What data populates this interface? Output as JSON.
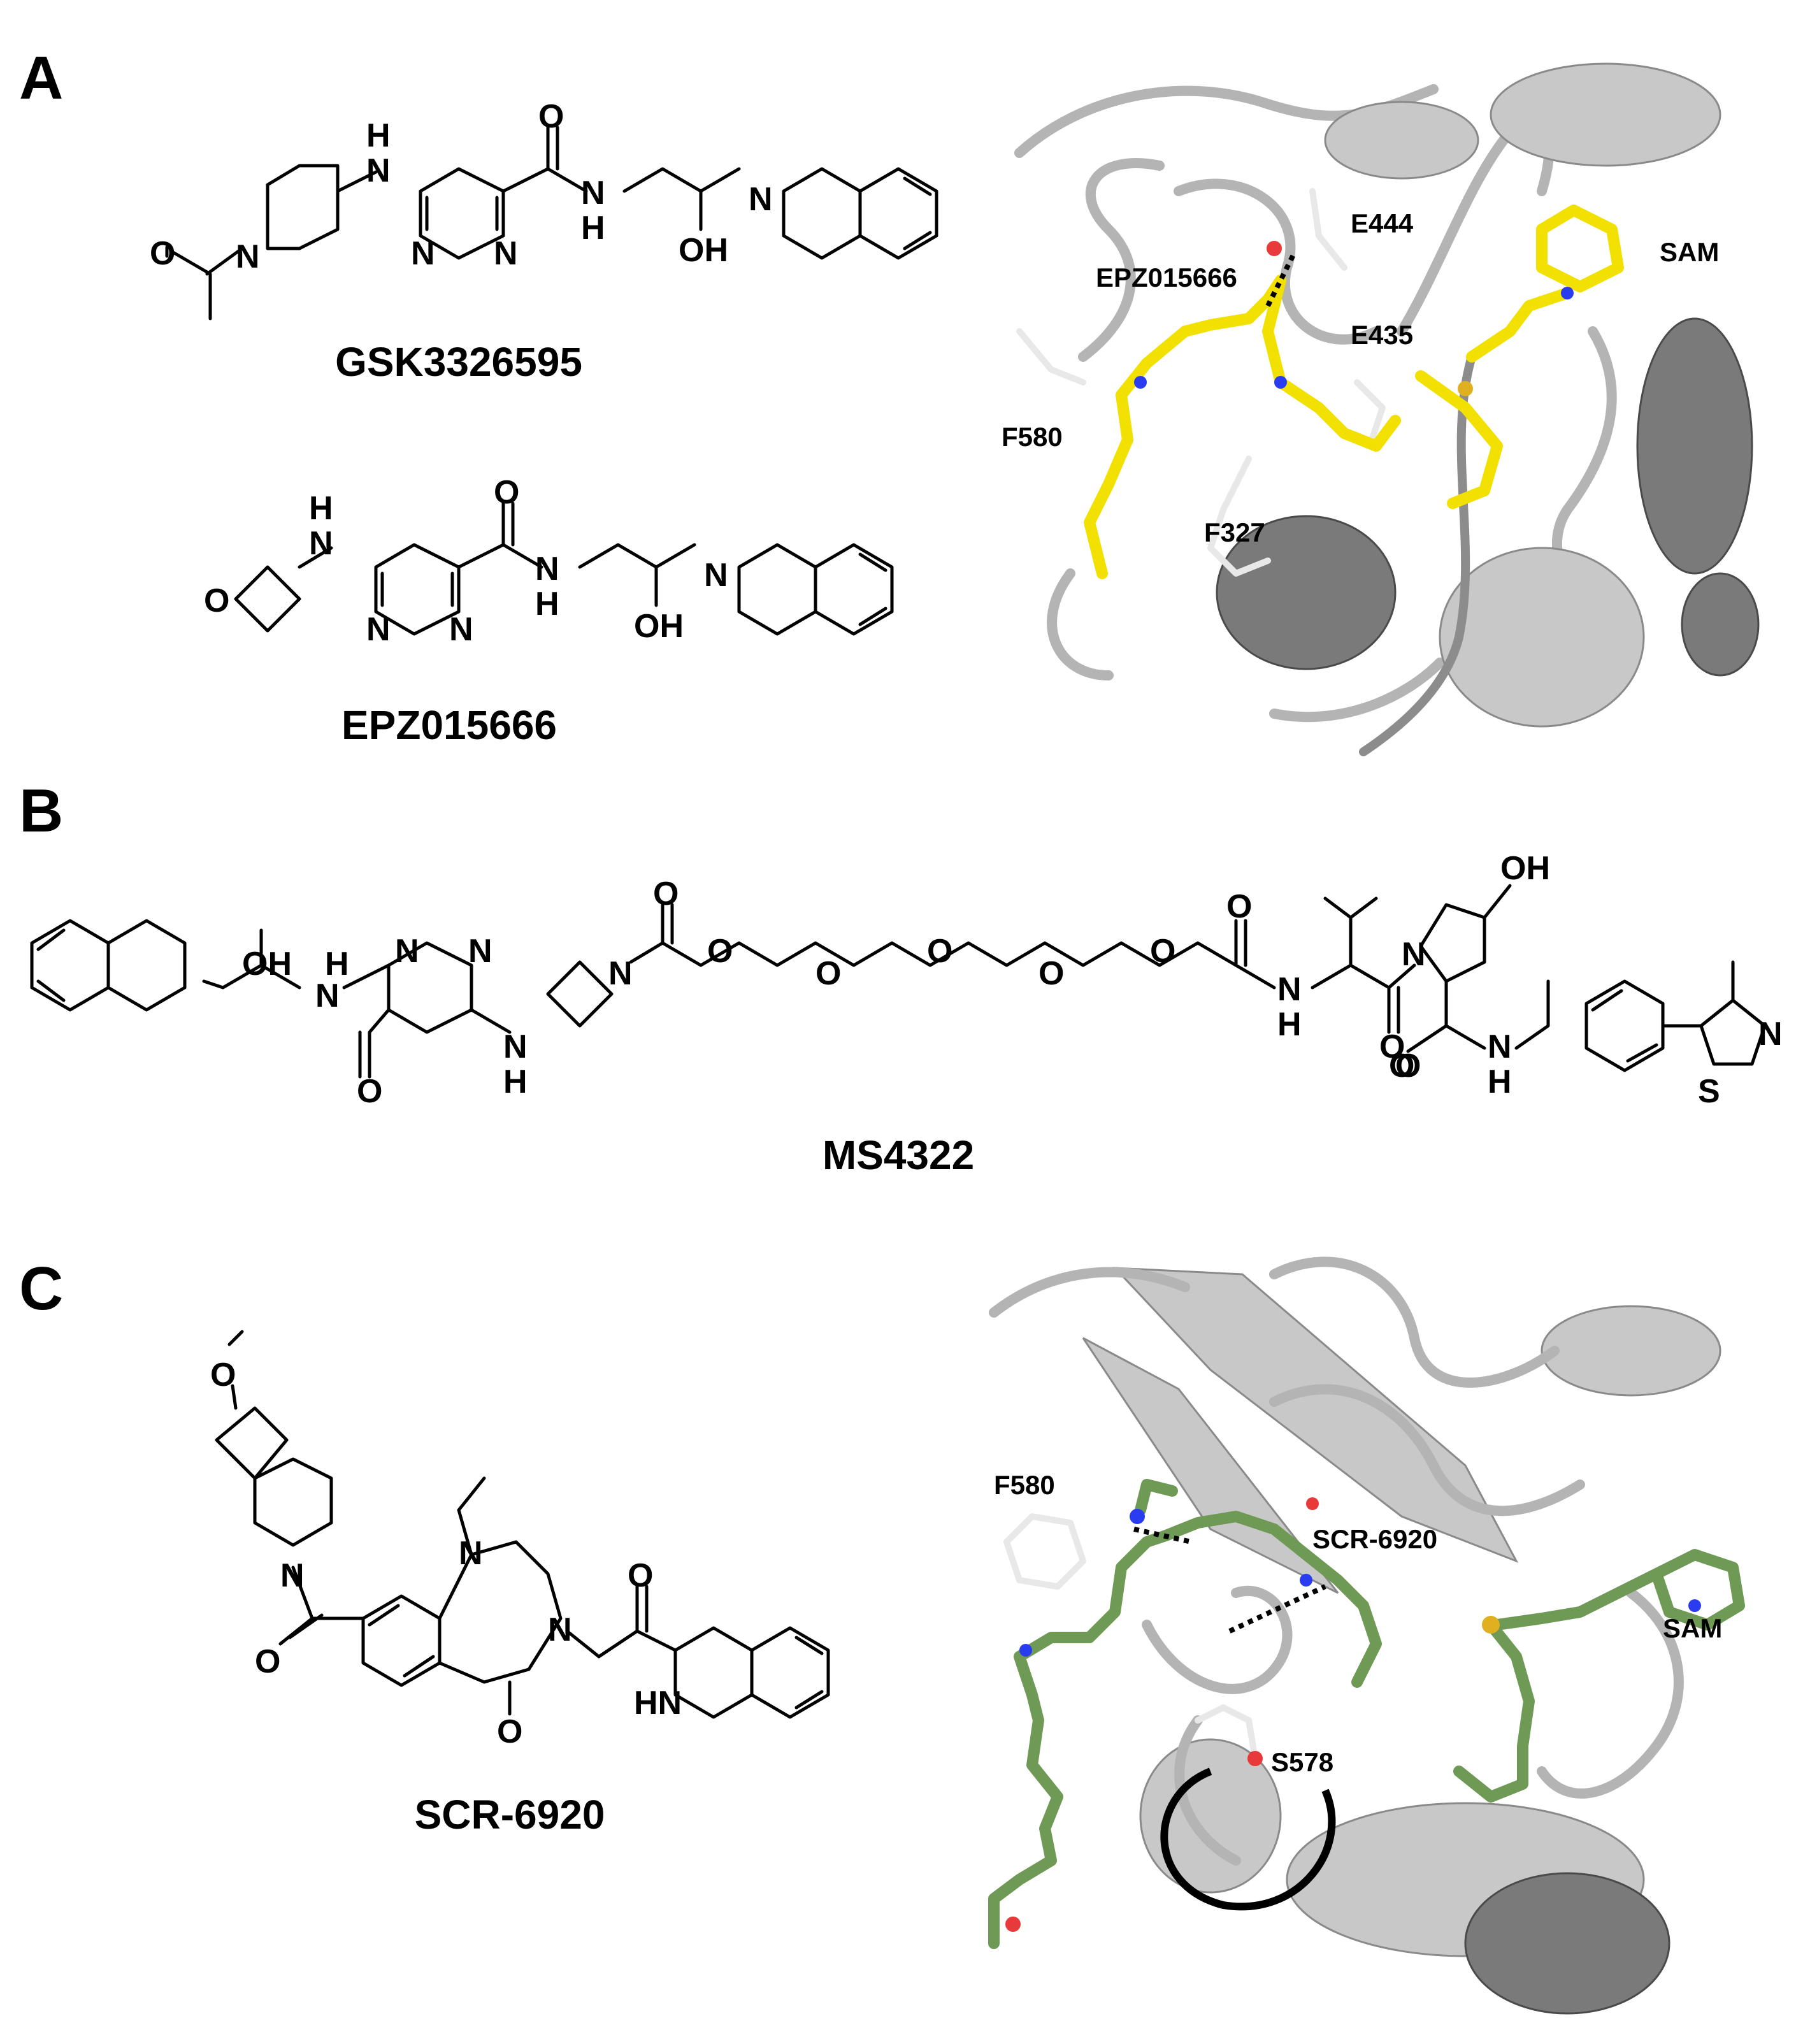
{
  "panels": [
    {
      "letter": "A",
      "compounds": [
        {
          "name": "GSK3326595",
          "atoms": [
            "H",
            "N",
            "O",
            "N",
            "H",
            "N",
            "N",
            "OH",
            "N",
            "O",
            "N"
          ]
        },
        {
          "name": "EPZ015666",
          "atoms": [
            "H",
            "N",
            "O",
            "N",
            "H",
            "N",
            "N",
            "OH",
            "N",
            "O"
          ]
        }
      ],
      "structure_labels": [
        "E444",
        "EPZ015666",
        "SAM",
        "E435",
        "F580",
        "F327"
      ]
    },
    {
      "letter": "B",
      "compounds": [
        {
          "name": "MS4322",
          "atoms": [
            "OH",
            "H",
            "N",
            "O",
            "N",
            "N",
            "N",
            "H",
            "O",
            "N",
            "O",
            "O",
            "O",
            "O",
            "O",
            "O",
            "O",
            "N",
            "H",
            "O",
            "N",
            "OH",
            "O",
            "N",
            "H",
            "N",
            "S"
          ]
        }
      ]
    },
    {
      "letter": "C",
      "compounds": [
        {
          "name": "SCR-6920",
          "atoms": [
            "O",
            "N",
            "O",
            "N",
            "N",
            "O",
            "O",
            "HN"
          ]
        }
      ],
      "structure_labels": [
        "F580",
        "SCR-6920",
        "SAM",
        "S578"
      ]
    }
  ],
  "colors": {
    "ligand_A": "#f2e000",
    "ligand_C": "#6f9a55",
    "protein": "#c8c8c8",
    "nitrogen": "#2a3cf0",
    "oxygen": "#e83a3a",
    "sulfur": "#e0b020"
  }
}
